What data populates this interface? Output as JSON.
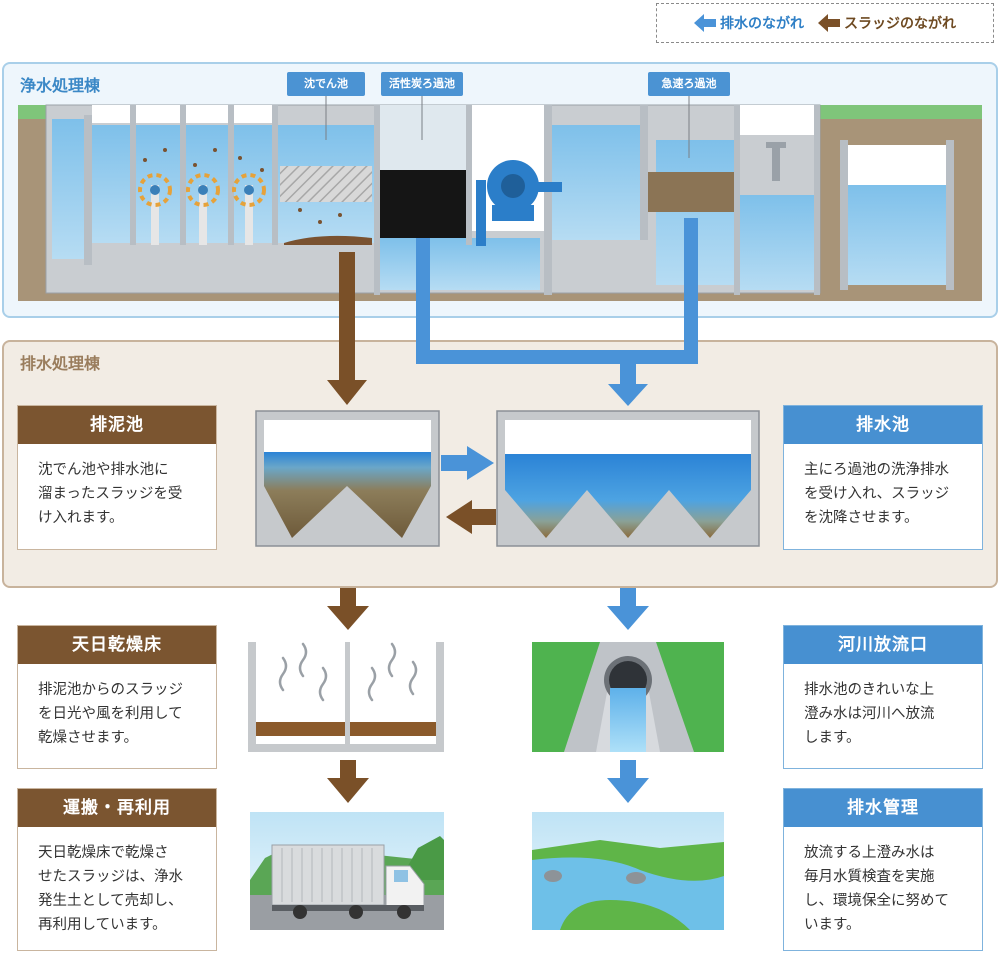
{
  "legend": {
    "drain_flow": "排水のながれ",
    "sludge_flow": "スラッジのながれ",
    "colors": {
      "drain": "#4a93d8",
      "sludge": "#7a5028"
    }
  },
  "purification_building": {
    "title": "浄水処理棟",
    "labels": {
      "sedimentation": "沈でん池",
      "activated_carbon": "活性炭ろ過池",
      "rapid_filter": "急速ろ過池"
    }
  },
  "drainage_building": {
    "title": "排水処理棟",
    "sludge_tank": {
      "title": "排泥池",
      "lines": [
        "沈でん池や排水池に",
        "溜まったスラッジを受",
        "け入れます。"
      ]
    },
    "drain_tank": {
      "title": "排水池",
      "lines": [
        "主にろ過池の洗浄排水",
        "を受け入れ、スラッジ",
        "を沈降させます。"
      ]
    }
  },
  "drying_bed": {
    "title": "天日乾燥床",
    "lines": [
      "排泥池からのスラッジ",
      "を日光や風を利用して",
      "乾燥させます。"
    ]
  },
  "transport": {
    "title": "運搬・再利用",
    "lines": [
      "天日乾燥床で乾燥さ",
      "せたスラッジは、浄水",
      "発生土として売却し、",
      "再利用しています。"
    ]
  },
  "river_outlet": {
    "title": "河川放流口",
    "lines": [
      "排水池のきれいな上",
      "澄み水は河川へ放流",
      "します。"
    ]
  },
  "drain_management": {
    "title": "排水管理",
    "lines": [
      "放流する上澄み水は",
      "毎月水質検査を実施",
      "し、環境保全に努めて",
      "います。"
    ]
  }
}
